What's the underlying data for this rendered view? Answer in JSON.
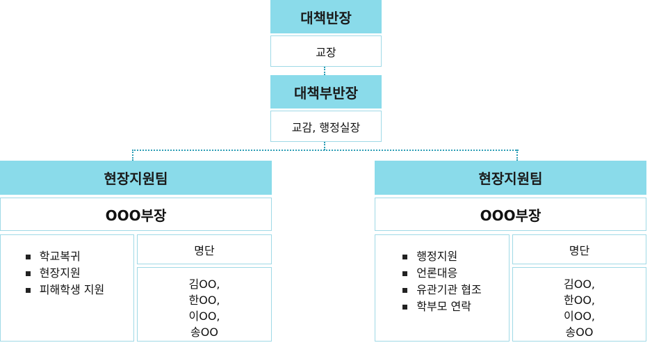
{
  "head": {
    "title": "대책반장",
    "person": "교장"
  },
  "deputy": {
    "title": "대책부반장",
    "person": "교감, 행정실장"
  },
  "teams": [
    {
      "title": "현장지원팀",
      "leader": "OOO부장",
      "duties": [
        "학교복귀",
        "현장지원",
        "피해학생 지원"
      ],
      "roster_header": "명단",
      "members": [
        "김OO,",
        "한OO,",
        "이OO,",
        "송OO"
      ]
    },
    {
      "title": "현장지원팀",
      "leader": "OOO부장",
      "duties": [
        "행정지원",
        "언론대응",
        "유관기관 협조",
        "학부모 연락"
      ],
      "roster_header": "명단",
      "members": [
        "김OO,",
        "한OO,",
        "이OO,",
        "송OO"
      ]
    }
  ],
  "colors": {
    "header_fill": "#8adbea",
    "border": "#9fd9e6",
    "connector": "#2a9db5"
  }
}
